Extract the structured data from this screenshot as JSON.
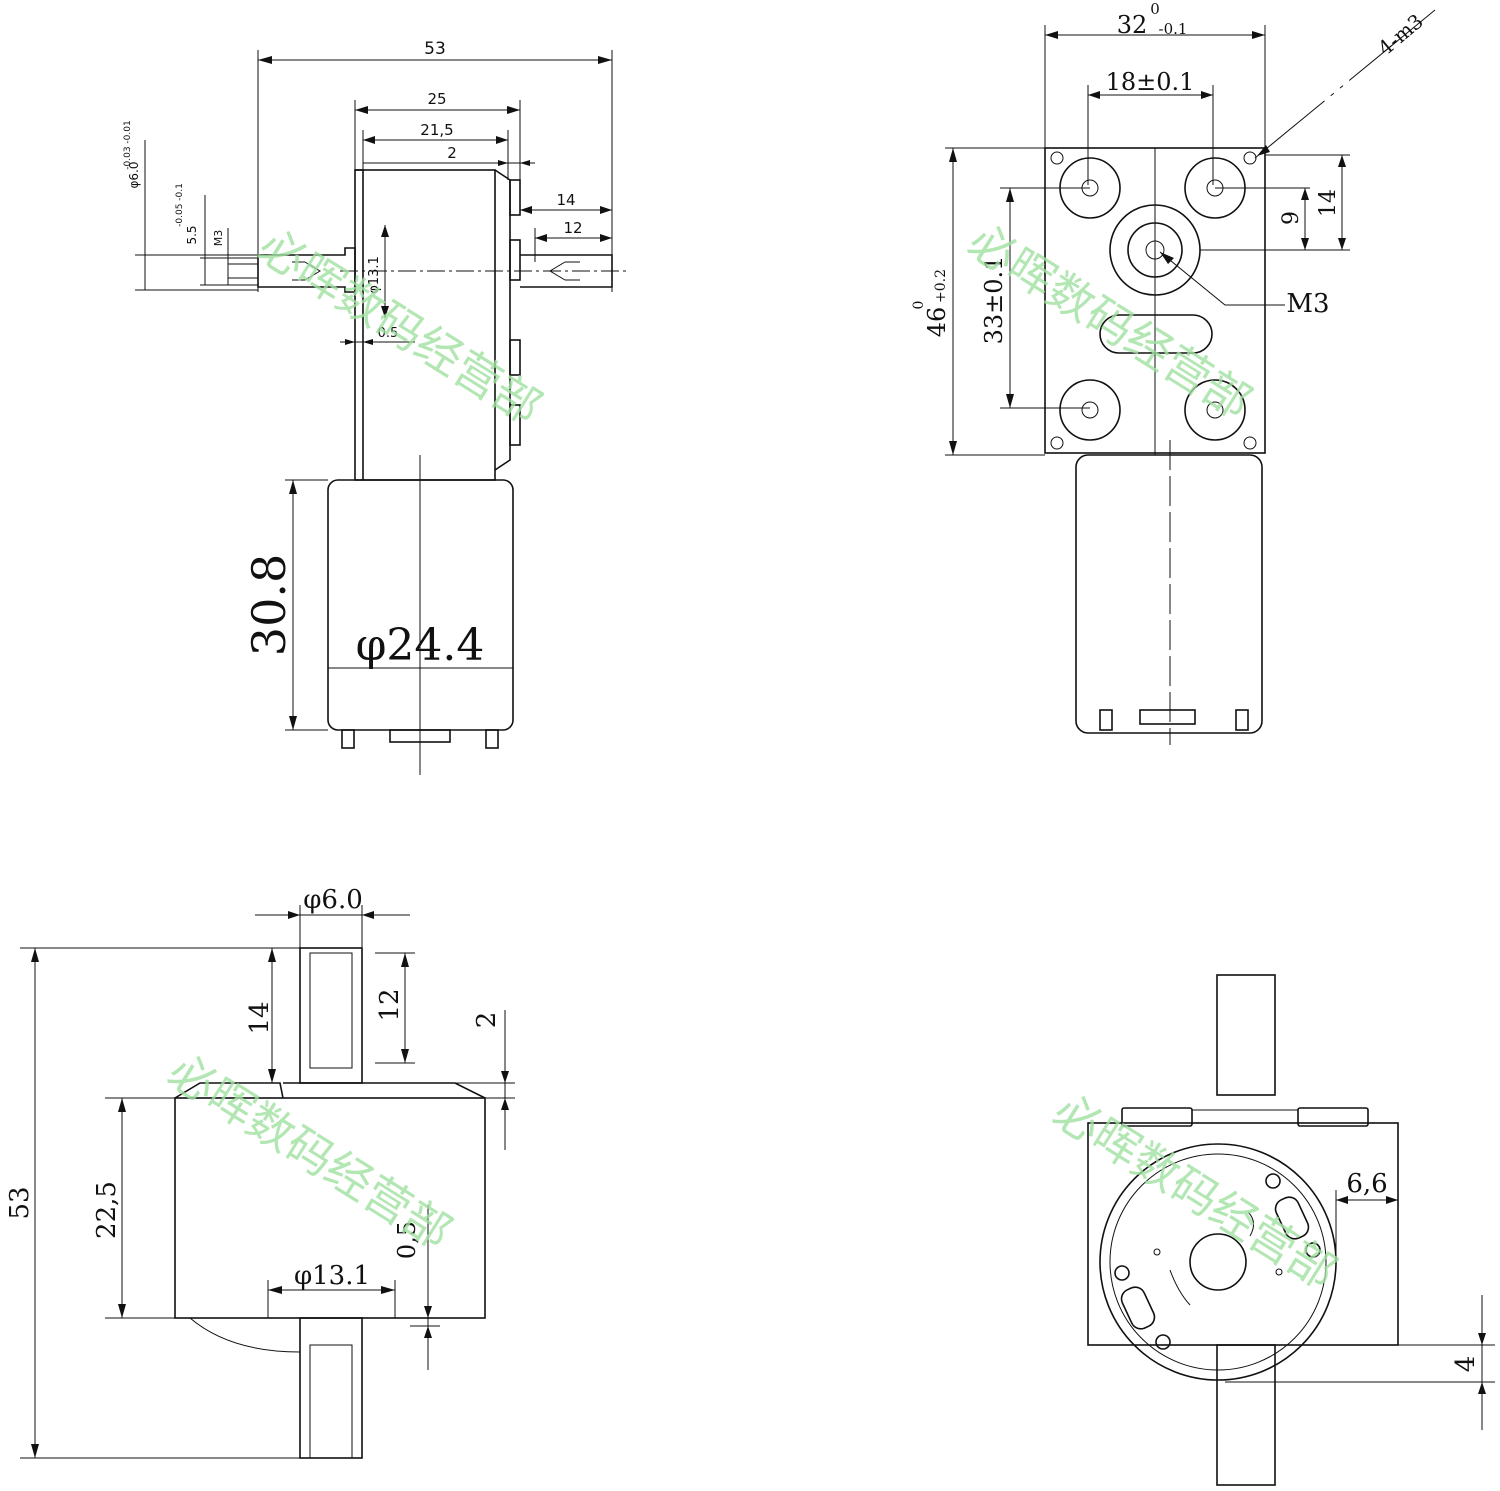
{
  "colors": {
    "line": "#111111",
    "background": "#ffffff",
    "watermark": "#9fe09f"
  },
  "watermark": {
    "text": "必晖数码经营部"
  },
  "side_view": {
    "dims": {
      "overall": "53",
      "gearbox": "25",
      "body": "21,5",
      "lip": "2",
      "shaft_out": "14",
      "flat": "12",
      "hub": "φ13.1",
      "hub_gap": "0.5",
      "shaft_dia": "φ6.0",
      "shaft_dia_tol": "-0.03 -0.01",
      "flat_dim": "5.5",
      "flat_dim_tol": "-0.05 -0.1",
      "thread": "M3",
      "motor_len": "30.8",
      "motor_dia": "φ24.4"
    }
  },
  "front_view": {
    "dims": {
      "width": "32",
      "width_tol_top": "0",
      "width_tol_bot": "-0.1",
      "hole_spacing": "18±0.1",
      "screws": "4-m3",
      "height": "46",
      "height_tol_top": "0",
      "height_tol_bot": "+0.2",
      "hole_pitch": "33±0.1",
      "offset_9": "9",
      "offset_14": "14",
      "shaft_thread": "M3"
    }
  },
  "top_view": {
    "dims": {
      "shaft_dia": "φ6.0",
      "overall": "53",
      "shaft_top": "14",
      "flat": "12",
      "lip": "2",
      "gearbox": "22,5",
      "hub_gap": "0,5",
      "hub": "φ13.1"
    }
  },
  "end_view": {
    "dims": {
      "side_offset": "6,6",
      "bottom_offset": "4"
    }
  }
}
